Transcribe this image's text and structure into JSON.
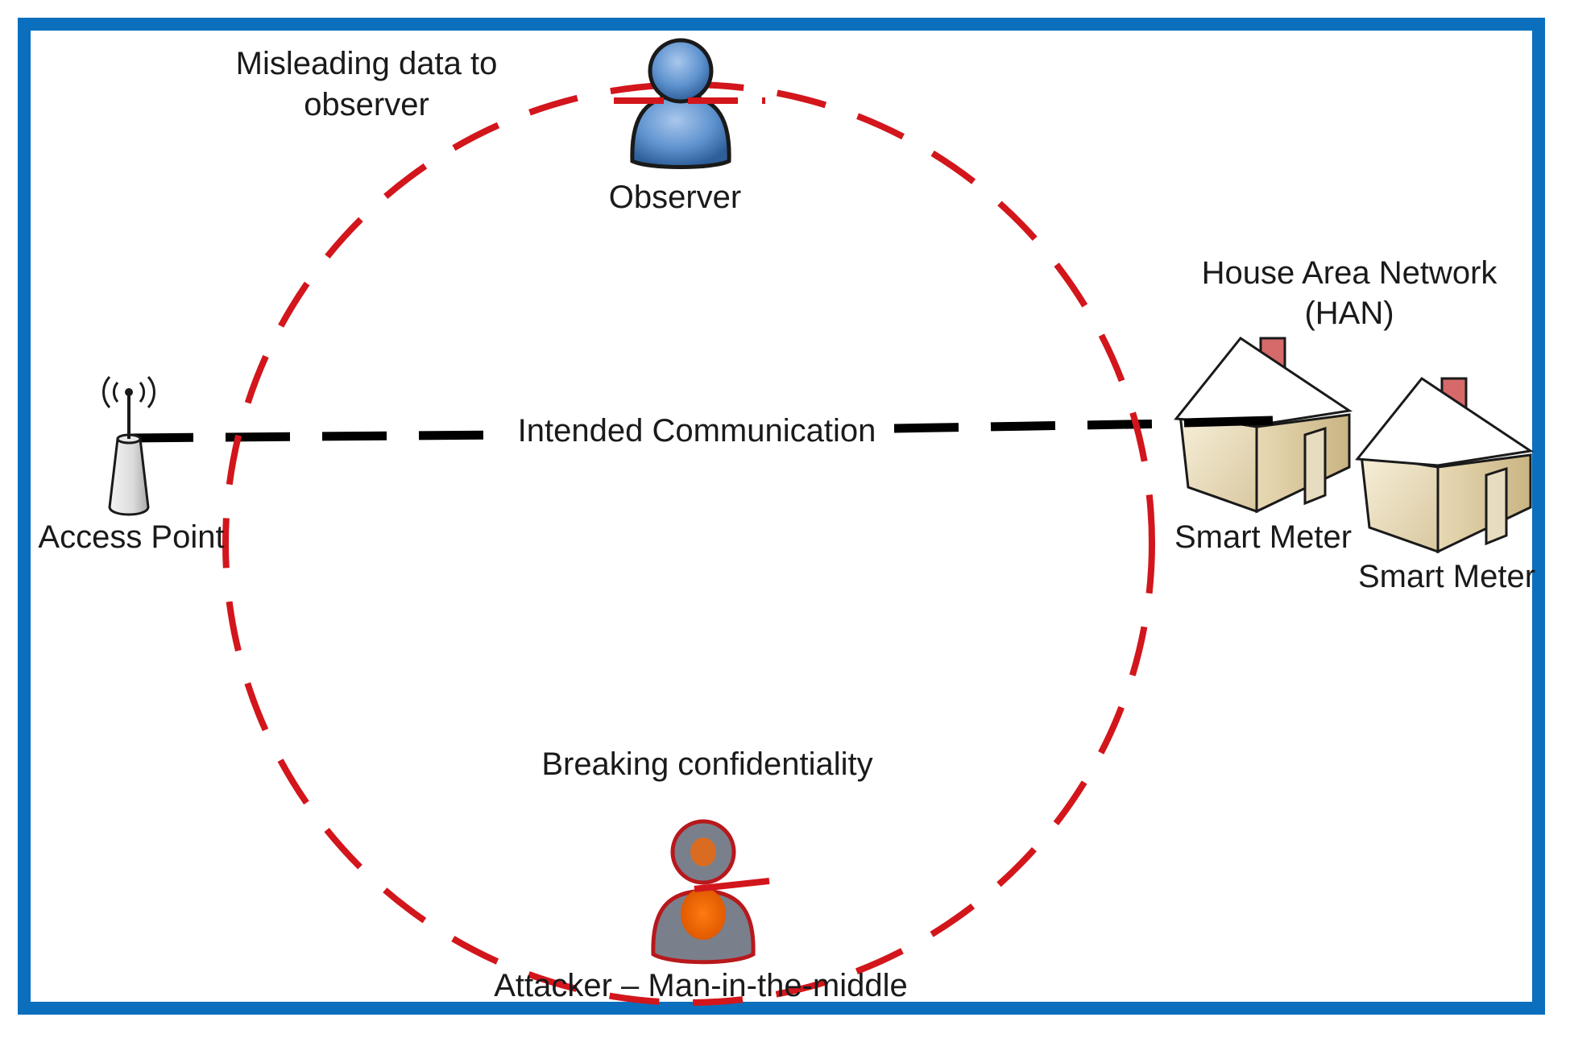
{
  "colors": {
    "frame": "#0b6fbe",
    "attack_ring": "#d2161c",
    "intended_line": "#000000",
    "observer_body": "#5e93cf",
    "attacker_body": "#7a7f8c",
    "attacker_core": "#ff6a00",
    "attacker_outline": "#b8181c",
    "house_wall": "#efe3c6",
    "house_roof": "#ffffff",
    "chimney": "#d66a6a"
  },
  "labels": {
    "misleading_line1": "Misleading data to",
    "misleading_line2": "observer",
    "observer": "Observer",
    "han_line1": "House Area Network",
    "han_line2": "(HAN)",
    "intended": "Intended Communication",
    "access_point": "Access Point",
    "smart_meter_1": "Smart Meter",
    "smart_meter_2": "Smart Meter",
    "breaking": "Breaking confidentiality",
    "attacker": "Attacker – Man-in-the-middle"
  },
  "icons": {
    "observer": "person-icon",
    "attacker": "person-icon",
    "access_point": "antenna-icon",
    "house": "house-icon"
  }
}
